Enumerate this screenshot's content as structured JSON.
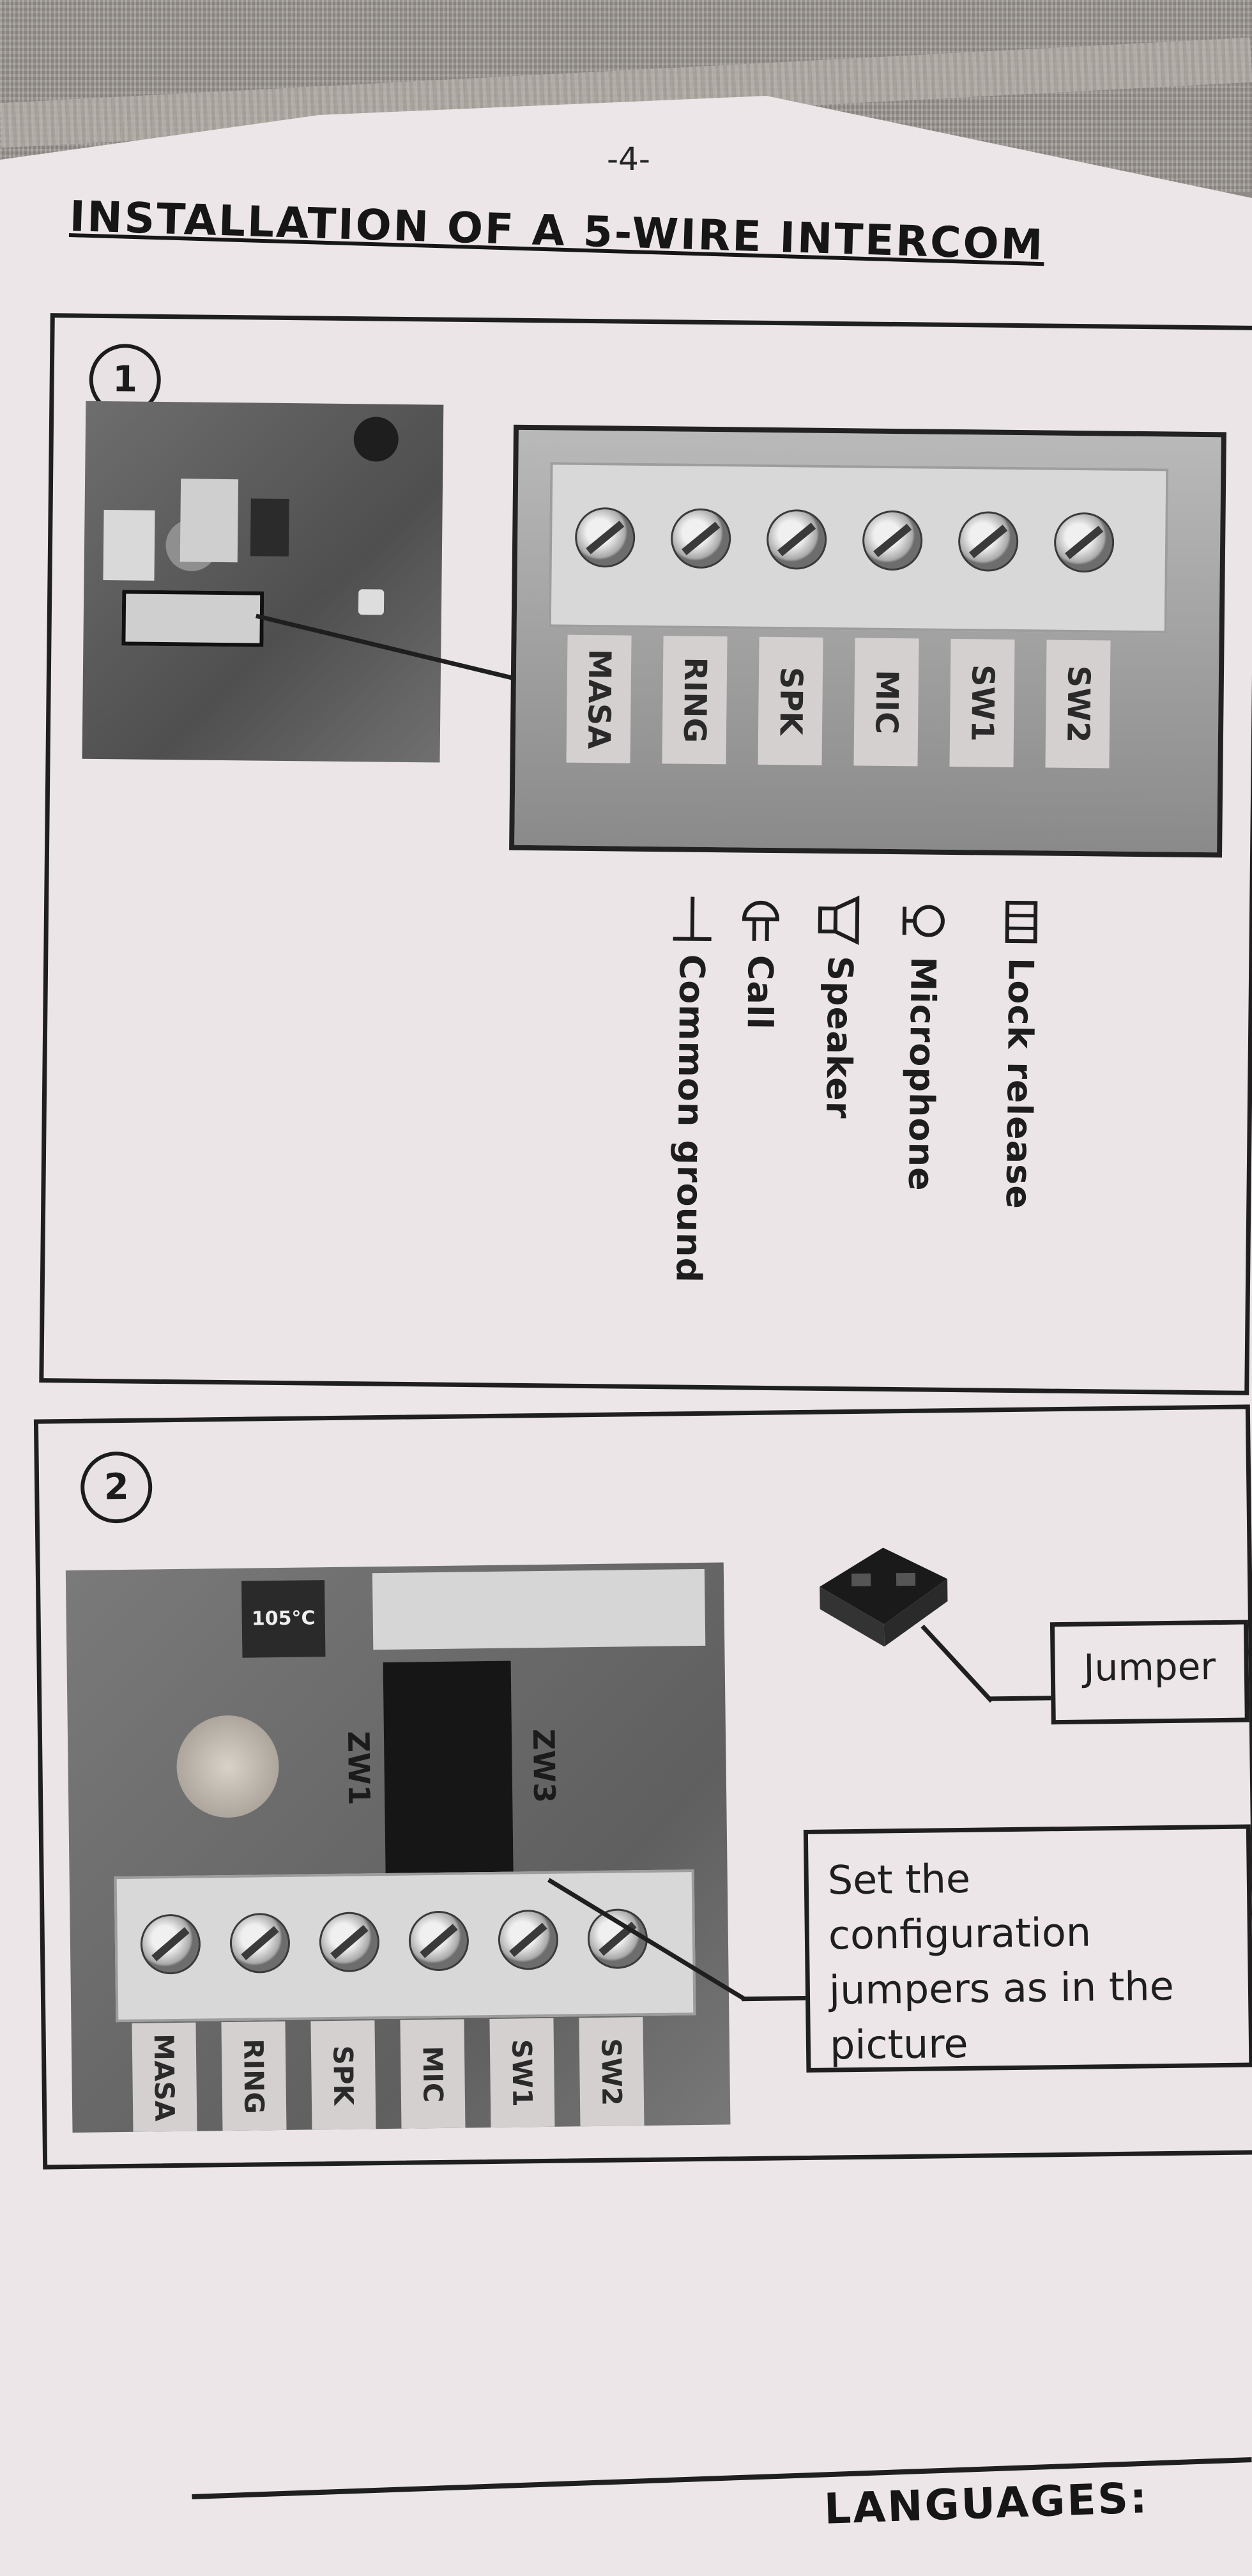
{
  "page": {
    "page_number": "-4-",
    "title": "INSTALLATION OF A 5-WIRE INTERCOM",
    "next_section_title": "LANGUAGES:"
  },
  "step1": {
    "number": "1",
    "terminals": [
      "MASA",
      "RING",
      "SPK",
      "MIC",
      "SW1",
      "SW2"
    ],
    "legend": [
      {
        "icon": "lock-release-icon",
        "label": "Lock release"
      },
      {
        "icon": "microphone-icon",
        "label": "Microphone"
      },
      {
        "icon": "speaker-icon",
        "label": "Speaker"
      },
      {
        "icon": "bell-icon",
        "label": "Call"
      },
      {
        "icon": "ground-icon",
        "label": "Common ground"
      }
    ]
  },
  "step2": {
    "number": "2",
    "capacitor_marking": "105°C",
    "jumper_labels": [
      "ZW1",
      "ZW3"
    ],
    "terminals": [
      "MASA",
      "RING",
      "SPK",
      "MIC",
      "SW1",
      "SW2"
    ],
    "jumper_callout": "Jumper",
    "instruction_callout": "Set the configuration jumpers as in the picture"
  }
}
